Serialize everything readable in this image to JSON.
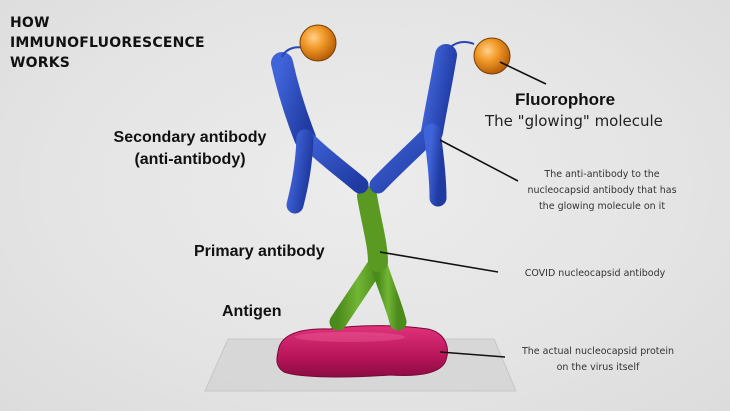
{
  "title": {
    "line1": "HOW",
    "line2": "IMMUNOFLUORESCENCE",
    "line3": "WORKS"
  },
  "labels": {
    "fluorophore": "Fluorophore",
    "fluorophore_sub": "The \"glowing\" molecule",
    "secondary_line1": "Secondary antibody",
    "secondary_line2": "(anti-antibody)",
    "primary": "Primary antibody",
    "antigen": "Antigen"
  },
  "notes": {
    "secondary_line1": "The anti-antibody to the",
    "secondary_line2": "nucleocapsid antibody that has",
    "secondary_line3": "the glowing molecule on it",
    "primary": "COVID nucleocapsid antibody",
    "antigen_line1": "The actual nucleocapsid protein",
    "antigen_line2": "on the virus itself"
  },
  "colors": {
    "secondary_antibody": "#2f4fc2",
    "primary_antibody": "#5fa127",
    "antigen": "#c2185b",
    "fluorophore": "#e88a1a"
  }
}
